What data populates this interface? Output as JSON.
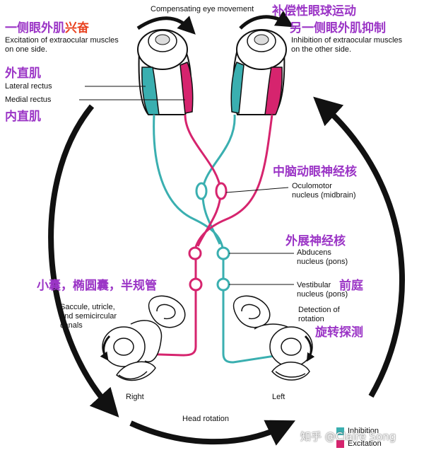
{
  "title": "Compensating eye movement",
  "labels": {
    "excitation_one_side": [
      "Excitation of extraocular muscles",
      "on one side."
    ],
    "inhibition_other_side": [
      "Inhibition of extraocular muscles",
      "on the other side."
    ],
    "lateral_rectus": "Lateral rectus",
    "medial_rectus": "Medial rectus",
    "oculomotor": [
      "Oculomotor",
      "nucleus (midbrain)"
    ],
    "abducens": [
      "Abducens",
      "nucleus (pons)"
    ],
    "vestibular": [
      "Vestibular",
      "nucleus (pons)"
    ],
    "saccule": [
      "Saccule, utricle,",
      "and semicircular",
      "canals"
    ],
    "detection": [
      "Detection of",
      "rotation"
    ],
    "right": "Right",
    "left": "Left",
    "head_rotation": "Head rotation"
  },
  "chinese": {
    "excitation_prefix": "一侧眼外肌",
    "excitation_highlight": "兴奋",
    "compensate": "补偿性眼球运动",
    "inhibit_other": "另一侧眼外肌抑制",
    "lateral_rectus": "外直肌",
    "medial_rectus": "内直肌",
    "oculomotor": "中脑动眼神经核",
    "abducens": "外展神经核",
    "vestibular": "前庭",
    "detection": "旋转探测",
    "saccule": "小囊，椭圆囊，半规管"
  },
  "legend": [
    {
      "label": "Inhibition",
      "color": "#3aafb0"
    },
    {
      "label": "Excitation",
      "color": "#d6246e"
    }
  ],
  "watermark": "知乎 @Claire Song",
  "colors": {
    "inhibition": "#3aafb0",
    "excitation": "#d6246e",
    "annotation": "#9b35c6",
    "highlight": "#e8401e"
  }
}
